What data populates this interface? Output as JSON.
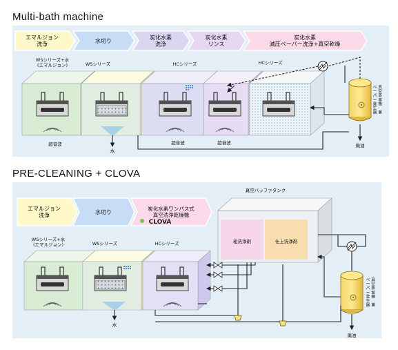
{
  "section1": {
    "title": "Multi-bath  machine",
    "steps": [
      "エマルジョン\n洗浄",
      "水切り",
      "炭化水素\n洗浄",
      "炭化水素\nリンス",
      "炭化水素\n減圧ベーパー洗浄+真空乾燥"
    ],
    "tanks": [
      "WSシリーズ+水\n(エマルジョン)",
      "WSシリーズ",
      "HCシリーズ",
      "HCシリーズ"
    ],
    "labels": {
      "ultrasonic1": "超音波",
      "water": "水",
      "ultrasonic2": "超音波",
      "ultrasonic3": "超音波",
      "waste_oil": "廃油",
      "still": "真空蒸留機 兼\nベーパー発生器"
    }
  },
  "section2": {
    "title": "PRE-CLEANING  +  CLOVA",
    "steps": [
      "エマルジョン\n洗浄",
      "水切り",
      "炭化水素ワンパス式\n真空洗浄乾燥機"
    ],
    "clova_logo": "CLOVA",
    "tanks": [
      "WSシリーズ+水\n(エマルジョン)",
      "WSシリーズ",
      "HCシリーズ"
    ],
    "labels": {
      "buffer_tank": "真空バッファタンク",
      "rough_wash": "粗洗浄剤",
      "finish_wash": "仕上洗浄剤",
      "water": "水",
      "waste_oil": "廃油",
      "still": "真空蒸留機 兼\nベーパー発生器"
    }
  }
}
